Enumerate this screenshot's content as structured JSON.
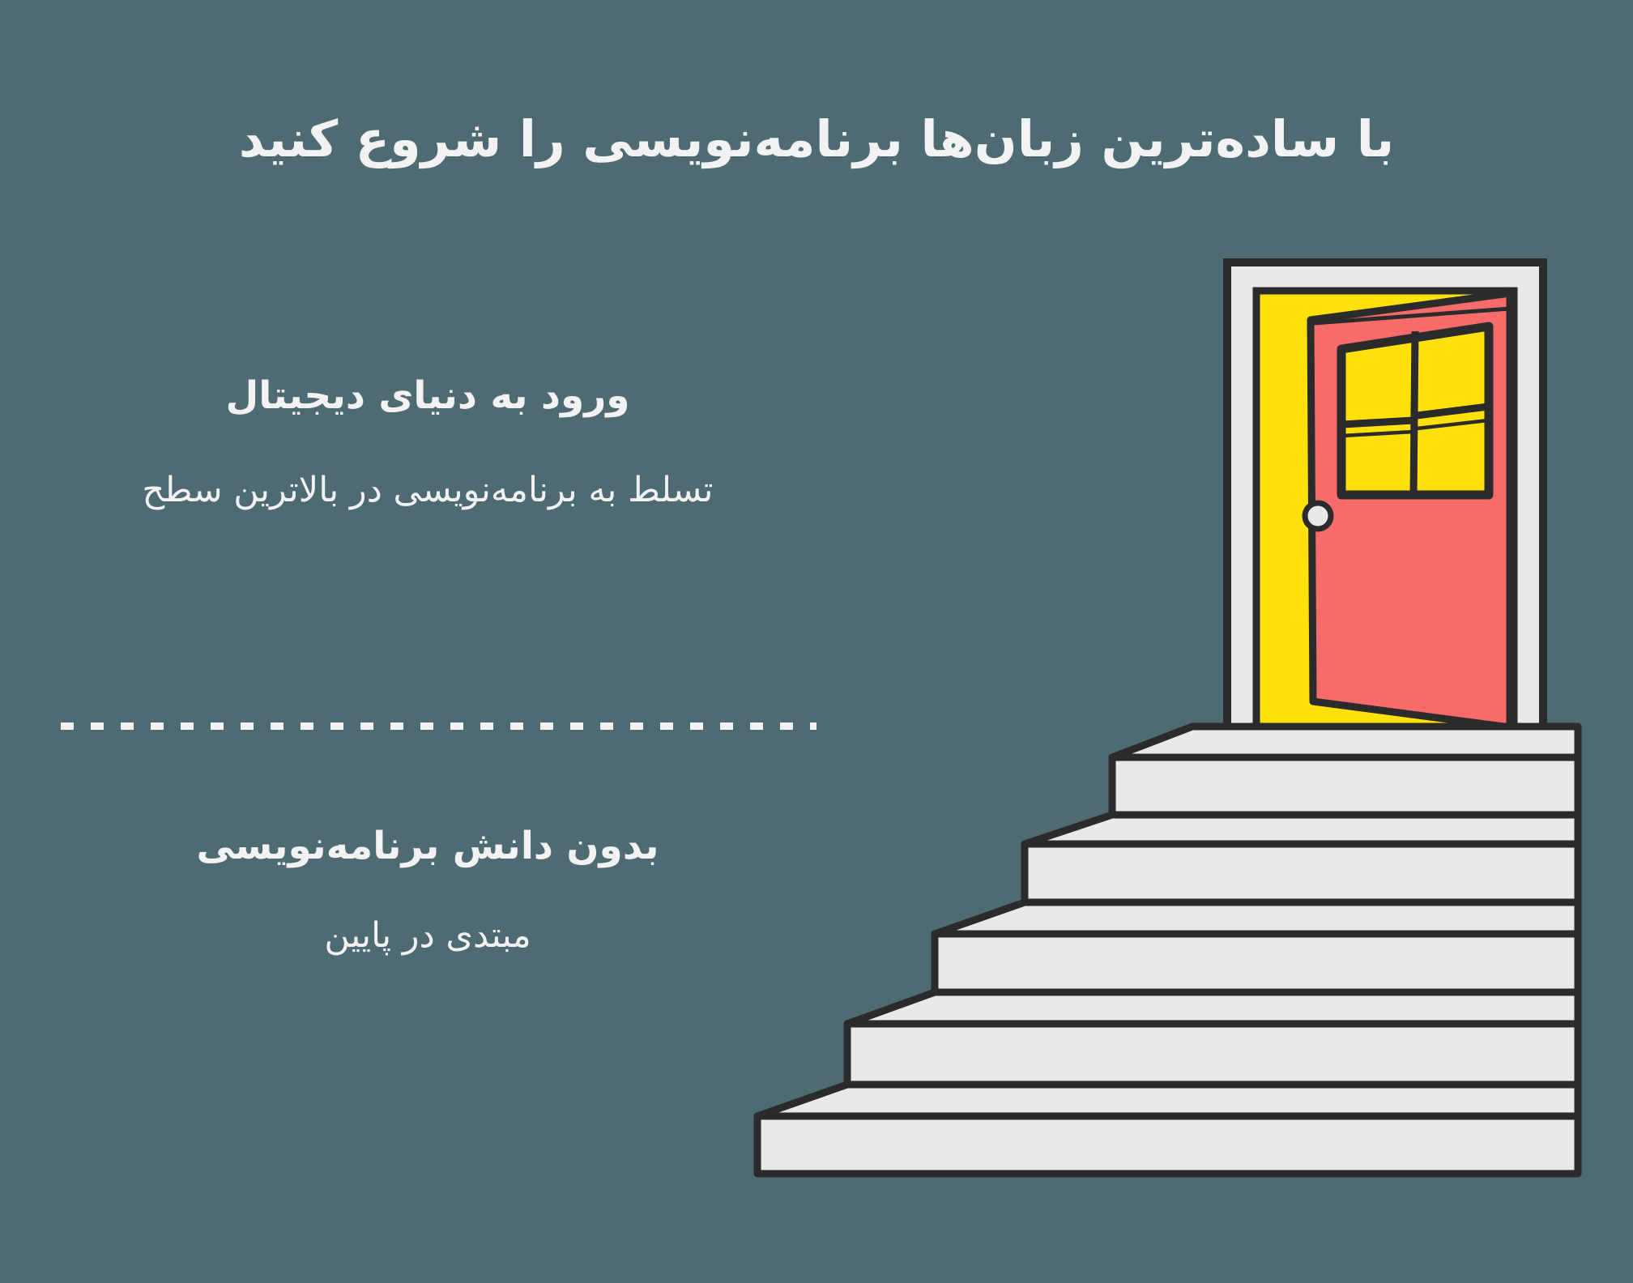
{
  "title": "با ساده‌ترین زبان‌ها برنامه‌نویسی را شروع کنید",
  "levels": {
    "top": {
      "heading": "ورود به دنیای دیجیتال",
      "subheading": "تسلط به برنامه‌نویسی در بالاترین سطح"
    },
    "bottom": {
      "heading": "بدون دانش برنامه‌نویسی",
      "subheading": "مبتدی در پایین"
    }
  },
  "colors": {
    "background": "#4E6A73",
    "text": "#F2F2F2",
    "divider": "#F2F2F2",
    "door": "#F86B6B",
    "doorway": "#FFE10A",
    "frame": "#E9E9E9",
    "stairs": "#E9E9E9",
    "outline": "#2B2B2B"
  },
  "illustration": {
    "name": "open-door-at-top-of-stairs",
    "steps": 6
  }
}
